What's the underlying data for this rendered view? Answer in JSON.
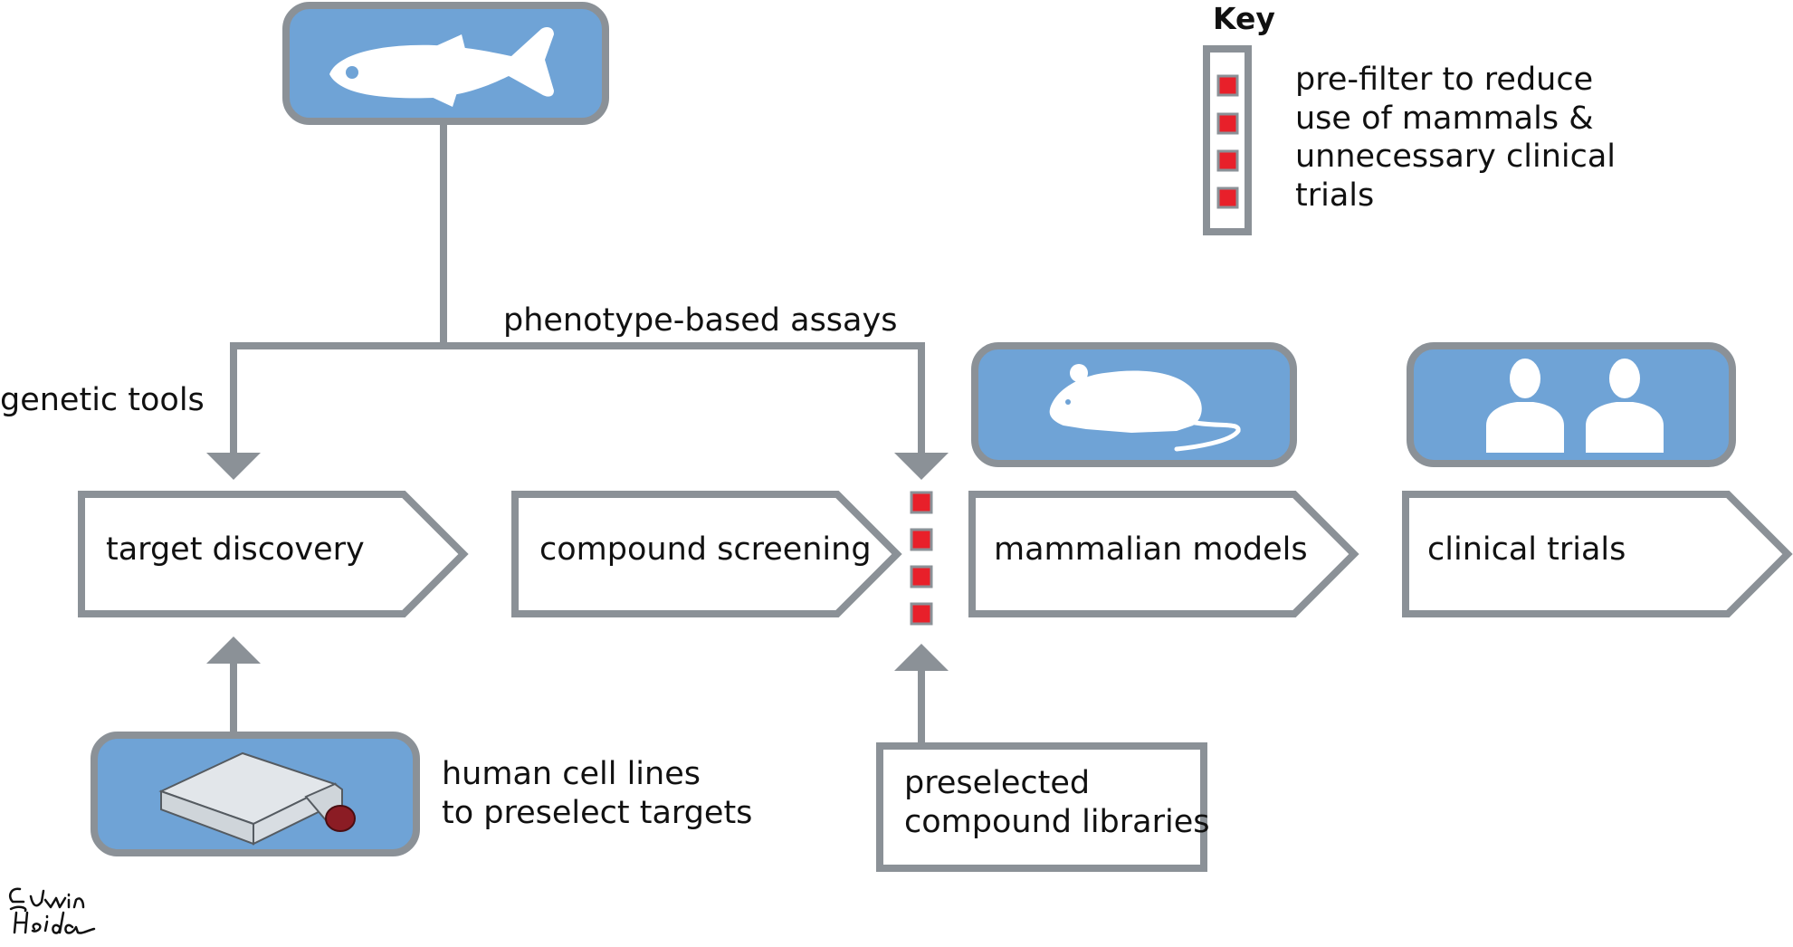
{
  "colors": {
    "stroke": "#8b9197",
    "icon_fill": "#6fa3d6",
    "marker": "#e8202a",
    "marker_border": "#8b9197",
    "text": "#111111"
  },
  "key": {
    "title": "Key",
    "lines": [
      "pre-filter to reduce",
      "use of mammals &",
      "unnecessary clinical",
      "trials"
    ]
  },
  "labels": {
    "genetic_tools": "genetic tools",
    "phenotype_assays": "phenotype-based assays",
    "cell_lines": [
      "human cell lines",
      "to preselect targets"
    ],
    "libraries": [
      "preselected",
      "compound libraries"
    ]
  },
  "stages": [
    {
      "label": "target discovery"
    },
    {
      "label": "compound screening"
    },
    {
      "label": "mammalian models"
    },
    {
      "label": "clinical trials"
    }
  ],
  "icons": {
    "zebrafish": "zebrafish-icon",
    "mouse": "mouse-icon",
    "humans": "human-silhouette-icon",
    "cell_flask": "cell-culture-flask-icon"
  },
  "signature": "Edwin Heida"
}
